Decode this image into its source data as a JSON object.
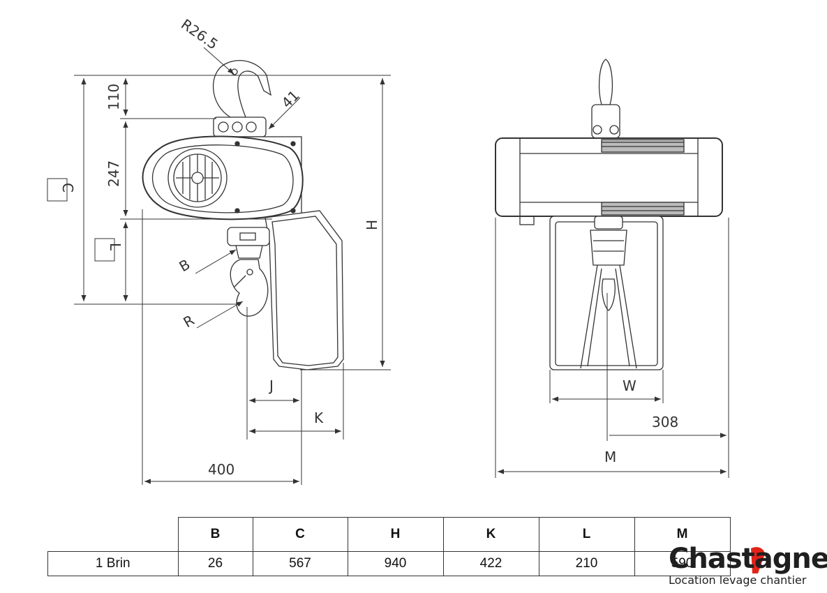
{
  "drawing": {
    "side_view": {
      "labels": {
        "r26_5": "R26.5",
        "d110": "110",
        "d41": "41",
        "d247": "247",
        "c": "C",
        "h": "H",
        "l": "L",
        "b": "B",
        "r": "R",
        "j": "J",
        "k": "K",
        "d400": "400"
      }
    },
    "front_view": {
      "labels": {
        "w": "W",
        "d308": "308",
        "m": "M"
      }
    }
  },
  "table": {
    "headers": [
      "B",
      "C",
      "H",
      "K",
      "L",
      "M"
    ],
    "row": {
      "label": "1 Brin",
      "values": [
        "26",
        "567",
        "940",
        "422",
        "210",
        "590"
      ]
    }
  },
  "logo": {
    "wordmark": "Chastagner",
    "tagline": "Location levage chantier"
  },
  "colors": {
    "line": "#333333",
    "logo_accent": "#e2231a",
    "text": "#111111"
  }
}
